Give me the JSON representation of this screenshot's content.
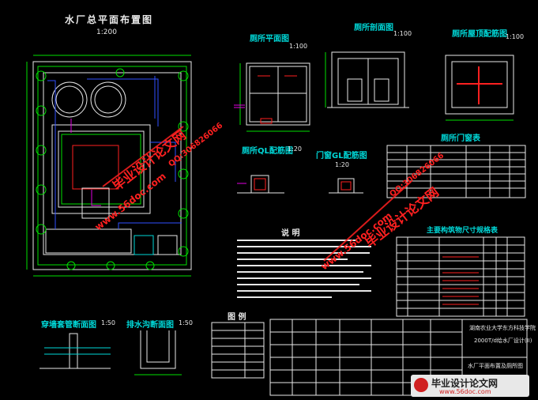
{
  "colors": {
    "background": "#000000",
    "outline": "#e8e8e8",
    "green": "#00e000",
    "cyan": "#00d8d8",
    "magenta": "#e000e0",
    "red": "#ff2020",
    "blue": "#3050ff",
    "yellow": "#e8e000"
  },
  "site_plan": {
    "title": "水厂总平面布置图",
    "scale": "1:200"
  },
  "toilet_plan": {
    "title": "厕所平面图",
    "scale": "1:100"
  },
  "toilet_section": {
    "title": "厕所剖面图",
    "scale": "1:100"
  },
  "toilet_roof": {
    "title": "厕所屋顶配筋图",
    "scale": "1:100"
  },
  "beam_detail": {
    "title": "厕所QL配筋图",
    "scale": "1:20"
  },
  "door_beam_detail": {
    "title": "门窗GL配筋图",
    "scale": "1:20"
  },
  "door_window_table": {
    "title": "厕所门窗表"
  },
  "notes": {
    "title": "说  明"
  },
  "legend": {
    "title": "图  例"
  },
  "structure_table": {
    "title": "主要构筑物尺寸规格表"
  },
  "pipe_section": {
    "title": "穿墙套管断面图",
    "scale": "1:50"
  },
  "drain_well": {
    "title": "排水沟断面图",
    "scale": "1:50"
  },
  "title_block": {
    "school": "湖南农业大学东方科技学院",
    "project": "2000T/d给水厂设计(II)",
    "drawing": "水厂平面布置及厕所图"
  },
  "watermark": {
    "site": "毕业设计论文网",
    "url": "www.56doc.com",
    "qq": "QQ:306826066"
  }
}
